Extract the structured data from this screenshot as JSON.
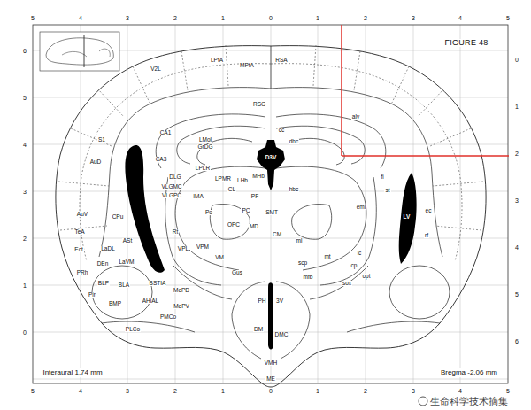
{
  "diagram": {
    "title": "FIGURE 48",
    "nodes": [
      {
        "text": [
          "D3V"
        ]
      },
      {
        "text": [
          "LV"
        ]
      }
    ],
    "labels": [
      "5",
      "4",
      "3",
      "2",
      "1",
      "0",
      "1",
      "2",
      "3",
      "4",
      "5",
      "5",
      "4",
      "3",
      "2",
      "1",
      "0",
      "1",
      "2",
      "3",
      "4",
      "5",
      "6",
      "5",
      "4",
      "3",
      "2",
      "1",
      "0",
      "0",
      "1",
      "2",
      "3",
      "4",
      "5",
      "6",
      "Interaural 1.74 mm",
      "Bregma -2.06 mm",
      "生命科学技术摘集",
      "V2L",
      "LPtA",
      "MPtA",
      "RSA",
      "RSG",
      "S1",
      "AuD",
      "AuV",
      "TeA",
      "Ect",
      "PRh",
      "CPu",
      "ASt",
      "LaDL",
      "DEn",
      "LaVM",
      "BLP",
      "BLA",
      "Pir",
      "BMP",
      "AHiAL",
      "BSTIA",
      "PMCo",
      "PLCo",
      "CA1",
      "CA3",
      "LMol",
      "GrDG",
      "DLG",
      "VLGMC",
      "VLGPC",
      "IMA",
      "LPLR",
      "LPMR",
      "Po",
      "Rt",
      "VPL",
      "VPM",
      "CL",
      "LHb",
      "MHb",
      "PF",
      "PC",
      "OPC",
      "MD",
      "SMT",
      "CM",
      "VM",
      "Gus",
      "PH",
      "3V",
      "DM",
      "DMC",
      "VMH",
      "ME",
      "MePD",
      "MePV",
      "cc",
      "dhc",
      "hbc",
      "alv",
      "fi",
      "st",
      "eml",
      "ml",
      "mt",
      "scp",
      "ic",
      "cp",
      "opt",
      "sox",
      "mfb",
      "rf",
      "ec"
    ]
  }
}
